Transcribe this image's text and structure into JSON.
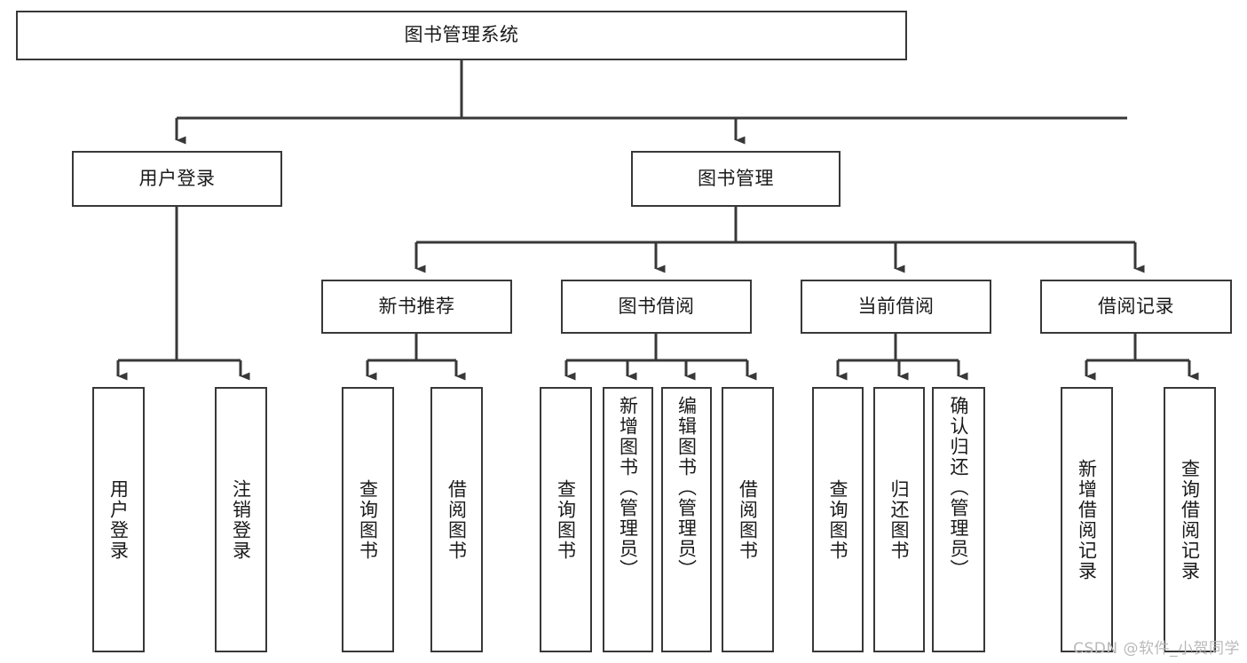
{
  "diagram": {
    "title_node": {
      "label": "图书管理系统"
    },
    "level2": [
      {
        "id": "user-login",
        "label": "用户登录"
      },
      {
        "id": "book-management",
        "label": "图书管理"
      }
    ],
    "level3": [
      {
        "id": "new-book-recommend",
        "label": "新书推荐"
      },
      {
        "id": "book-borrow",
        "label": "图书借阅"
      },
      {
        "id": "current-borrow",
        "label": "当前借阅"
      },
      {
        "id": "borrow-record",
        "label": "借阅记录"
      }
    ],
    "leaves": [
      {
        "id": "leaf-user-login",
        "label": "用户登录",
        "parent": "user-login"
      },
      {
        "id": "leaf-logout-login",
        "label": "注销登录",
        "parent": "user-login"
      },
      {
        "id": "leaf-query-book-1",
        "label": "查询图书",
        "parent": "new-book-recommend"
      },
      {
        "id": "leaf-borrow-book-1",
        "label": "借阅图书",
        "parent": "new-book-recommend"
      },
      {
        "id": "leaf-query-book-2",
        "label": "查询图书",
        "parent": "book-borrow"
      },
      {
        "id": "leaf-add-book",
        "label": "新增图书（管理员）",
        "parent": "book-borrow"
      },
      {
        "id": "leaf-edit-book",
        "label": "编辑图书（管理员）",
        "parent": "book-borrow"
      },
      {
        "id": "leaf-borrow-book-2",
        "label": "借阅图书",
        "parent": "book-borrow"
      },
      {
        "id": "leaf-query-book-3",
        "label": "查询图书",
        "parent": "current-borrow"
      },
      {
        "id": "leaf-return-book",
        "label": "归还图书",
        "parent": "current-borrow"
      },
      {
        "id": "leaf-confirm-return",
        "label": "确认归还（管理员）",
        "parent": "current-borrow"
      },
      {
        "id": "leaf-add-record",
        "label": "新增借阅记录",
        "parent": "borrow-record"
      },
      {
        "id": "leaf-query-record",
        "label": "查询借阅记录",
        "parent": "borrow-record"
      }
    ],
    "watermark": "CSDN @软件_小贺同学",
    "colors": {
      "stroke": "#38383a",
      "text": "#1a1a1a",
      "background": "#ffffff",
      "watermark": "#b9b9b9"
    }
  }
}
